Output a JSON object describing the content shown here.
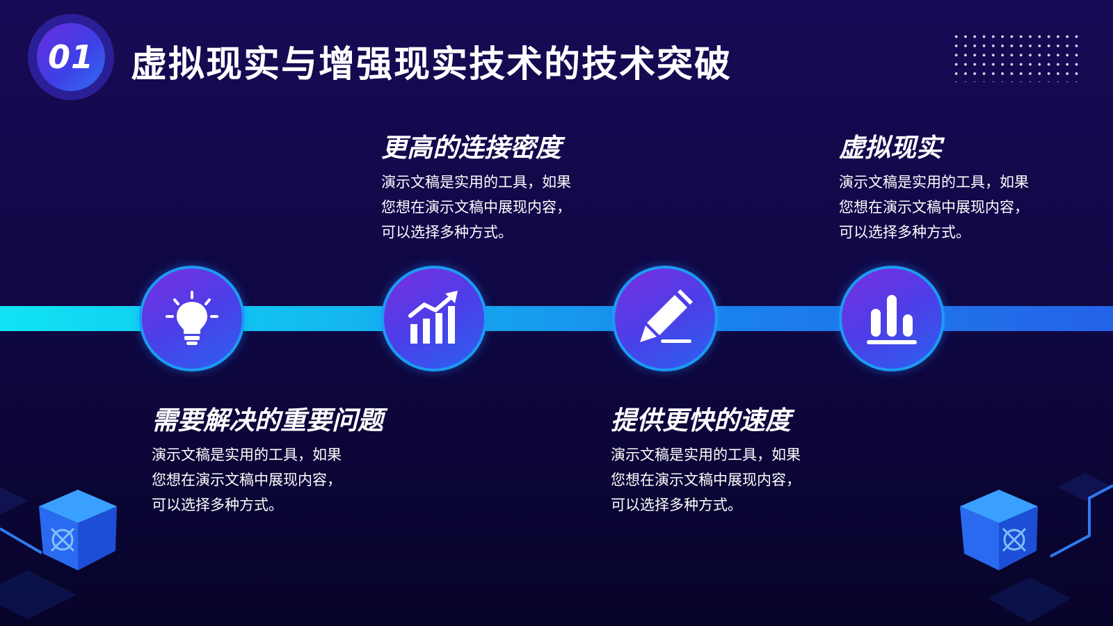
{
  "header": {
    "number": "01",
    "title": "虚拟现实与增强现实技术的技术突破"
  },
  "colors": {
    "background_top": "#170a55",
    "background_bottom": "#07042a",
    "track_start": "#10e4f4",
    "track_end": "#2563e8",
    "node_ring": "#1b9bf3",
    "node_fill": "#4c3ee8"
  },
  "steps": [
    {
      "icon": "lightbulb-icon",
      "heading": "需要解决的重要问题",
      "text": "演示文稿是实用的工具，如果您想在演示文稿中展现内容，可以选择多种方式。"
    },
    {
      "icon": "growth-chart-icon",
      "heading": "更高的连接密度",
      "text": "演示文稿是实用的工具，如果您想在演示文稿中展现内容，可以选择多种方式。"
    },
    {
      "icon": "pencil-icon",
      "heading": "提供更快的速度",
      "text": "演示文稿是实用的工具，如果您想在演示文稿中展现内容，可以选择多种方式。"
    },
    {
      "icon": "bar-chart-icon",
      "heading": "虚拟现实",
      "text": "演示文稿是实用的工具，如果您想在演示文稿中展现内容，可以选择多种方式。"
    }
  ]
}
